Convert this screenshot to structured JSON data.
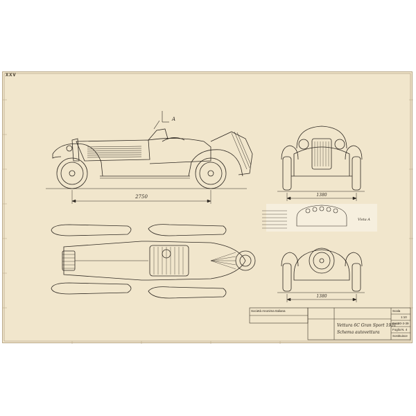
{
  "sheet": {
    "corner_tag": "XXV",
    "view_marker_top": "A",
    "view_marker_right": "Vista A"
  },
  "dimensions": {
    "wheelbase": "2750",
    "front_track": "1380",
    "rear_track": "1380"
  },
  "title_block": {
    "company": "Società Anonima Italiana",
    "title_line1": "Vettura 6C Gran Sport 1931",
    "title_line2": "Schema autovettura",
    "scale_label": "Scala",
    "scale_value": "1:10",
    "date_label": "Data",
    "date_value": "20-3-39",
    "sheet_label": "Foglio",
    "sheet_value": "N. 4",
    "section_label": "Sostituisce"
  },
  "colors": {
    "paper": "#f1e6cc",
    "ink": "#2c2620"
  }
}
